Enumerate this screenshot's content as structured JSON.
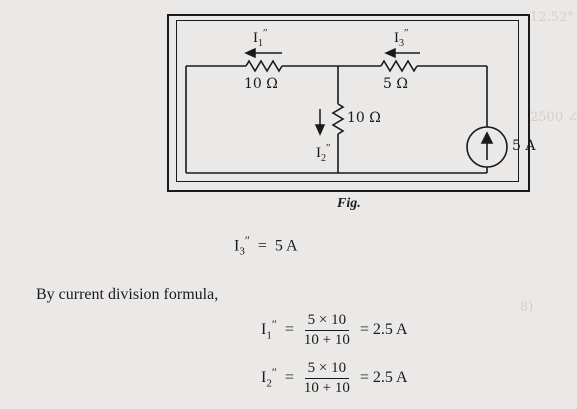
{
  "figure": {
    "caption": "Fig.",
    "resistors": {
      "left_top": "10 Ω",
      "right_top": "5 Ω",
      "middle": "10 Ω"
    },
    "source_label": "5 A",
    "currents": {
      "i1": {
        "base": "I",
        "sub": "1",
        "sup": "″"
      },
      "i2": {
        "base": "I",
        "sub": "2",
        "sup": "″"
      },
      "i3": {
        "base": "I",
        "sub": "3",
        "sup": "″"
      }
    }
  },
  "equations": {
    "i3_value": {
      "base": "I",
      "sub": "3",
      "sup": "″",
      "eq": "=",
      "rhs": "5 A"
    },
    "method_text": "By current division formula,",
    "i1_value": {
      "base": "I",
      "sub": "1",
      "sup": "″",
      "eq": "=",
      "num": "5 × 10",
      "den": "10 + 10",
      "result": "= 2.5 A"
    },
    "i2_value": {
      "base": "I",
      "sub": "2",
      "sup": "″",
      "eq": "=",
      "num": "5 × 10",
      "den": "10 + 10",
      "result": "= 2.5 A"
    }
  }
}
